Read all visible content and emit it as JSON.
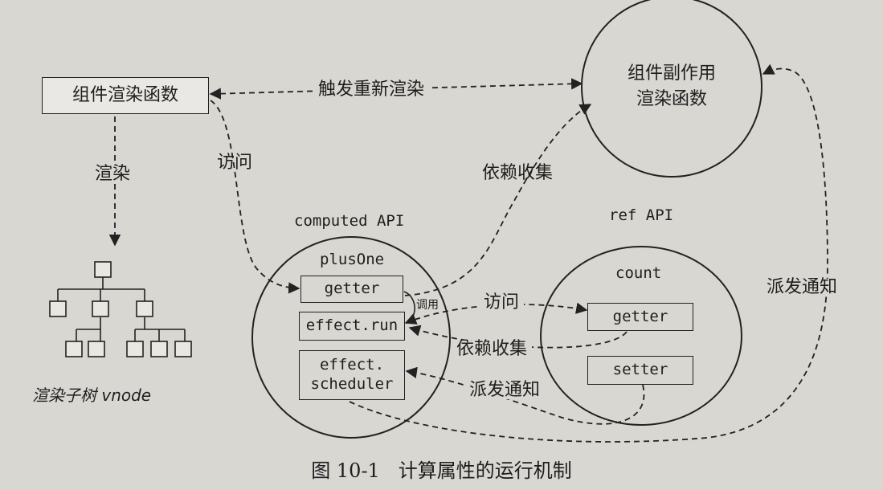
{
  "boxes": {
    "render_fn": "组件渲染函数",
    "effect_node": "组件副作用\n渲染函数",
    "computed_getter": "getter",
    "effect_run": "effect.run",
    "effect_scheduler": "effect.\nscheduler",
    "ref_getter": "getter",
    "ref_setter": "setter"
  },
  "labels": {
    "trigger_rerender": "触发重新渲染",
    "render": "渲染",
    "access_left": "访问",
    "dep_collect_top": "依赖收集",
    "computed_api": "computed API",
    "ref_api": "ref API",
    "plus_one": "plusOne",
    "count": "count",
    "call": "调用",
    "access_mid": "访问",
    "dep_collect_mid": "依赖收集",
    "notify_mid": "派发通知",
    "notify_right": "派发通知",
    "vnode_caption": "渲染子树 vnode"
  },
  "caption": "图 10-1   计算属性的运行机制"
}
